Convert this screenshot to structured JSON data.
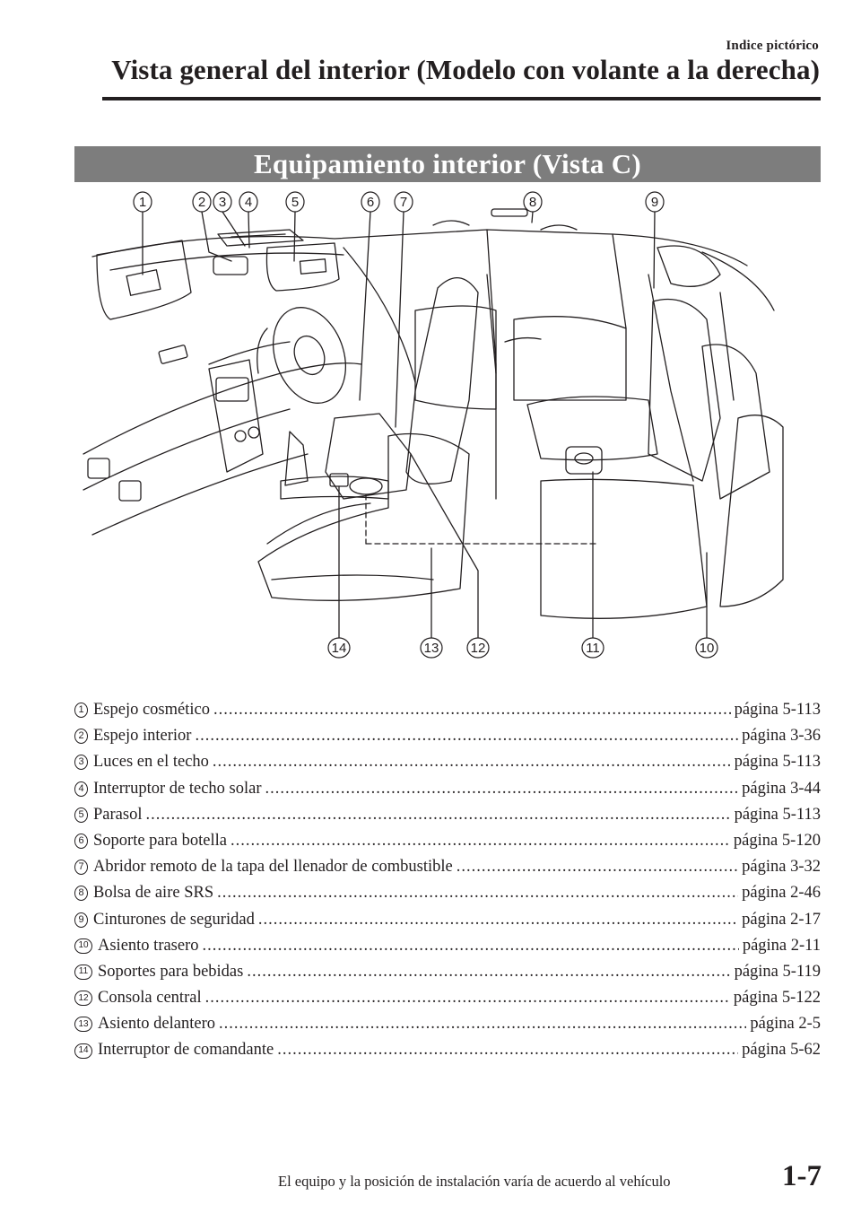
{
  "header": {
    "section_label": "Indice pictórico",
    "title": "Vista general del interior (Modelo con volante a la derecha)"
  },
  "band": {
    "title": "Equipamiento interior (Vista C)"
  },
  "illustration": {
    "callouts_top": [
      "1",
      "2",
      "3",
      "4",
      "5",
      "6",
      "7",
      "8",
      "9"
    ],
    "callouts_bottom": [
      "14",
      "13",
      "12",
      "11",
      "10"
    ]
  },
  "items": [
    {
      "num": "1",
      "label": "Espejo cosmético",
      "page": "página 5-113"
    },
    {
      "num": "2",
      "label": "Espejo interior",
      "page": "página 3-36"
    },
    {
      "num": "3",
      "label": "Luces en el techo",
      "page": "página 5-113"
    },
    {
      "num": "4",
      "label": "Interruptor de techo solar",
      "page": "página 3-44"
    },
    {
      "num": "5",
      "label": "Parasol",
      "page": "página 5-113"
    },
    {
      "num": "6",
      "label": "Soporte para botella",
      "page": "página 5-120"
    },
    {
      "num": "7",
      "label": "Abridor remoto de la tapa del llenador de combustible",
      "page": "página 3-32"
    },
    {
      "num": "8",
      "label": "Bolsa de aire SRS",
      "page": "página 2-46"
    },
    {
      "num": "9",
      "label": "Cinturones de seguridad",
      "page": "página 2-17"
    },
    {
      "num": "10",
      "label": "Asiento trasero",
      "page": "página 2-11"
    },
    {
      "num": "11",
      "label": "Soportes para bebidas",
      "page": "página 5-119"
    },
    {
      "num": "12",
      "label": "Consola central",
      "page": "página 5-122"
    },
    {
      "num": "13",
      "label": "Asiento delantero",
      "page": "página 2-5"
    },
    {
      "num": "14",
      "label": "Interruptor de comandante",
      "page": "página 5-62"
    }
  ],
  "footer": {
    "note": "El equipo y la posición de instalación varía de acuerdo al vehículo",
    "page_number": "1-7"
  }
}
